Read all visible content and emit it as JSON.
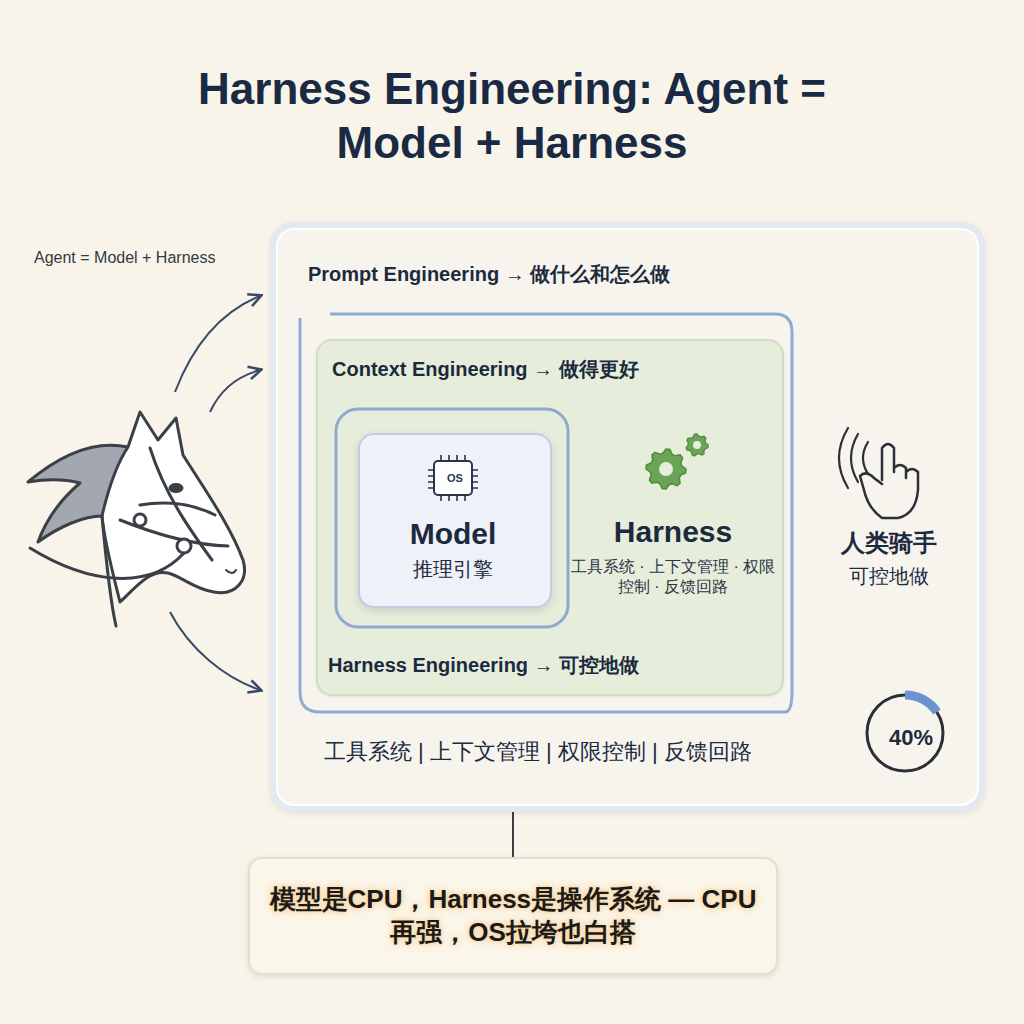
{
  "diagram": {
    "title": "Harness Engineering: Agent = Model + Harness",
    "nodes": [
      {
        "text": [
          "Prompt Engineering → 做什么和怎么做",
          "人类骑手",
          "可控地做",
          "工具系统 | 上下文管理 | 权限控制 | 反馈回路",
          "40%"
        ]
      },
      {
        "text": [
          "Context Engineering → 做得更好",
          "Harness",
          "工具系统 · 上下文管理 · 权限控制 · 反馈回路",
          "Harness Engineering → 可控地做"
        ],
        "in": 0
      },
      {
        "text": [
          "Model",
          "推理引擎"
        ],
        "in": 1
      },
      {
        "text": [
          "模型是CPU，Harness是操作系统 — CPU再强，OS拉垮也白搭"
        ]
      }
    ],
    "edges": [
      {
        "from": 0,
        "to": 3,
        "arrow": "none"
      }
    ],
    "labels": [
      "Agent = Model + Harness",
      "OS"
    ]
  }
}
